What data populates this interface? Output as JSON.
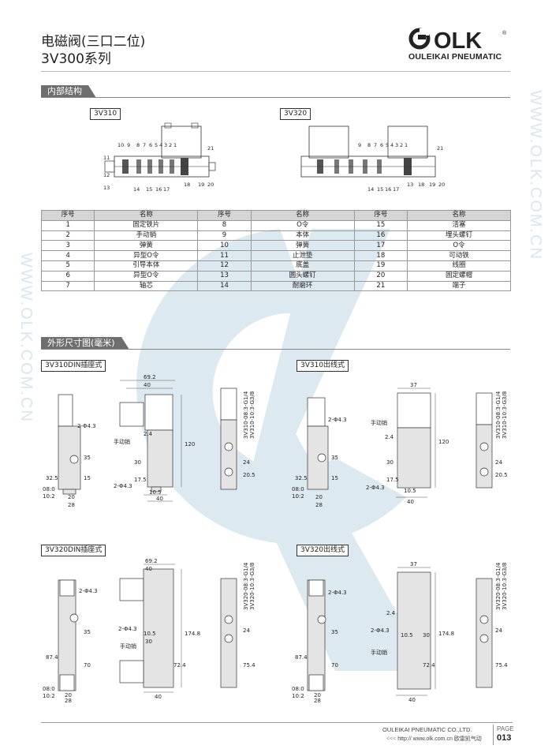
{
  "header": {
    "title_cn": "电磁阀(三口二位)",
    "title_series": "3V300系列",
    "logo_text": "OLK",
    "logo_reg": "®",
    "logo_sub": "OULEIKAI PNEUMATIC"
  },
  "watermark": {
    "side_text": "WWW.OLK.COM.CN"
  },
  "section_internal": {
    "label": "内部结构",
    "models": [
      "3V310",
      "3V320"
    ],
    "callouts_3v310": [
      "10",
      "9",
      "8",
      "7",
      "6",
      "5",
      "4",
      "3",
      "2",
      "1",
      "11",
      "12",
      "13",
      "14",
      "15",
      "16",
      "17",
      "18",
      "19",
      "20",
      "21"
    ],
    "callouts_3v320": [
      "9",
      "8",
      "7",
      "6",
      "5",
      "4",
      "3",
      "2",
      "1",
      "14",
      "15",
      "16",
      "17",
      "13",
      "18",
      "19",
      "20",
      "21"
    ]
  },
  "parts_table": {
    "headers": [
      "序号",
      "名称",
      "序号",
      "名称",
      "序号",
      "名称"
    ],
    "rows": [
      [
        "1",
        "固定铁片",
        "8",
        "O令",
        "15",
        "活塞"
      ],
      [
        "2",
        "手动销",
        "9",
        "本体",
        "16",
        "埋头螺钉"
      ],
      [
        "3",
        "弹簧",
        "10",
        "弹簧",
        "17",
        "O令"
      ],
      [
        "4",
        "异型O令",
        "11",
        "止泄垫",
        "18",
        "可动铁"
      ],
      [
        "5",
        "引导本体",
        "12",
        "底盖",
        "19",
        "线圈"
      ],
      [
        "6",
        "异型O令",
        "13",
        "圆头螺钉",
        "20",
        "固定螺帽"
      ],
      [
        "7",
        "轴芯",
        "14",
        "耐磨环",
        "21",
        "端子"
      ]
    ]
  },
  "section_dimensions": {
    "label": "外形尺寸图(毫米)",
    "views": [
      {
        "title": "3V310DIN插座式",
        "dims": [
          "69.2",
          "40",
          "120",
          "2.4",
          "手动销",
          "30",
          "17.5",
          "2-Φ4.3",
          "10.5",
          "40",
          "2-Φ4.3",
          "35",
          "15",
          "32.5",
          "08:0",
          "10:2",
          "20",
          "28",
          "3V310-08:3-G1/4",
          "3V310-10:3-G3/8",
          "24",
          "20.5"
        ]
      },
      {
        "title": "3V310出线式",
        "dims": [
          "37",
          "120",
          "手动销",
          "2.4",
          "30",
          "17.5",
          "2-Φ4.3",
          "10.5",
          "40",
          "2-Φ4.3",
          "35",
          "15",
          "32.5",
          "08:0",
          "10:2",
          "20",
          "28",
          "3V310-08:3-G1/4",
          "3V310-10:3-G3/8",
          "24",
          "20.5"
        ]
      },
      {
        "title": "3V320DIN插座式",
        "dims": [
          "69.2",
          "40",
          "174.8",
          "2-Φ4.3",
          "10.5",
          "30",
          "手动销",
          "72.4",
          "40",
          "2-Φ4.3",
          "35",
          "70",
          "87.4",
          "08:0",
          "10:2",
          "20",
          "28",
          "3V320-08:3-G1/4",
          "3V320-10:3-G3/8",
          "24",
          "75.4"
        ]
      },
      {
        "title": "3V320出线式",
        "dims": [
          "37",
          "174.8",
          "2.4",
          "2-Φ4.3",
          "10.5",
          "30",
          "手动销",
          "72.4",
          "40",
          "2-Φ4.3",
          "35",
          "70",
          "87.4",
          "08:0",
          "10:2",
          "20",
          "28",
          "3V320-08:3-G1/4",
          "3V320-10:3-G3/8",
          "24",
          "75.4"
        ]
      }
    ]
  },
  "footer": {
    "company": "OULEIKAI PNEUMATIC CO.,LTD.",
    "web": "http:// www.olk.com.cn",
    "web_prefix": "<<<",
    "brand_cn": "欧雷凯气动",
    "page_label": "PAGE",
    "page_number": "013"
  },
  "colors": {
    "watermark_blue": "#dde9f0",
    "tab_gray": "#6e6e6e",
    "table_header": "#d5d5d5",
    "body_gray": "#e4e4e4"
  }
}
